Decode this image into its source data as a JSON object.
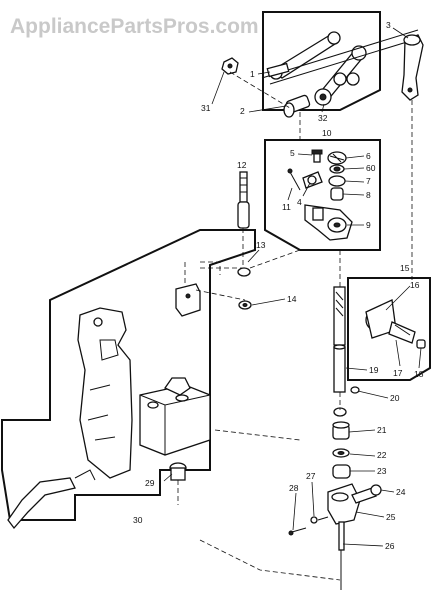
{
  "watermark": "AppliancePartsPros.com",
  "callouts": [
    {
      "id": "c1",
      "text": "1"
    },
    {
      "id": "c2",
      "text": "2"
    },
    {
      "id": "c3",
      "text": "3"
    },
    {
      "id": "c4",
      "text": "4"
    },
    {
      "id": "c5",
      "text": "5"
    },
    {
      "id": "c6",
      "text": "6"
    },
    {
      "id": "c60",
      "text": "60"
    },
    {
      "id": "c7",
      "text": "7"
    },
    {
      "id": "c8",
      "text": "8"
    },
    {
      "id": "c9",
      "text": "9"
    },
    {
      "id": "c10",
      "text": "10"
    },
    {
      "id": "c11",
      "text": "11"
    },
    {
      "id": "c12",
      "text": "12"
    },
    {
      "id": "c13",
      "text": "13"
    },
    {
      "id": "c14",
      "text": "14"
    },
    {
      "id": "c15",
      "text": "15"
    },
    {
      "id": "c16",
      "text": "16"
    },
    {
      "id": "c17",
      "text": "17"
    },
    {
      "id": "c18",
      "text": "18"
    },
    {
      "id": "c19",
      "text": "19"
    },
    {
      "id": "c20",
      "text": "20"
    },
    {
      "id": "c21",
      "text": "21"
    },
    {
      "id": "c22",
      "text": "22"
    },
    {
      "id": "c23",
      "text": "23"
    },
    {
      "id": "c24",
      "text": "24"
    },
    {
      "id": "c25",
      "text": "25"
    },
    {
      "id": "c26",
      "text": "26"
    },
    {
      "id": "c27",
      "text": "27"
    },
    {
      "id": "c28",
      "text": "28"
    },
    {
      "id": "c29",
      "text": "29"
    },
    {
      "id": "c30",
      "text": "30"
    },
    {
      "id": "c31",
      "text": "31"
    },
    {
      "id": "c32",
      "text": "32"
    }
  ]
}
